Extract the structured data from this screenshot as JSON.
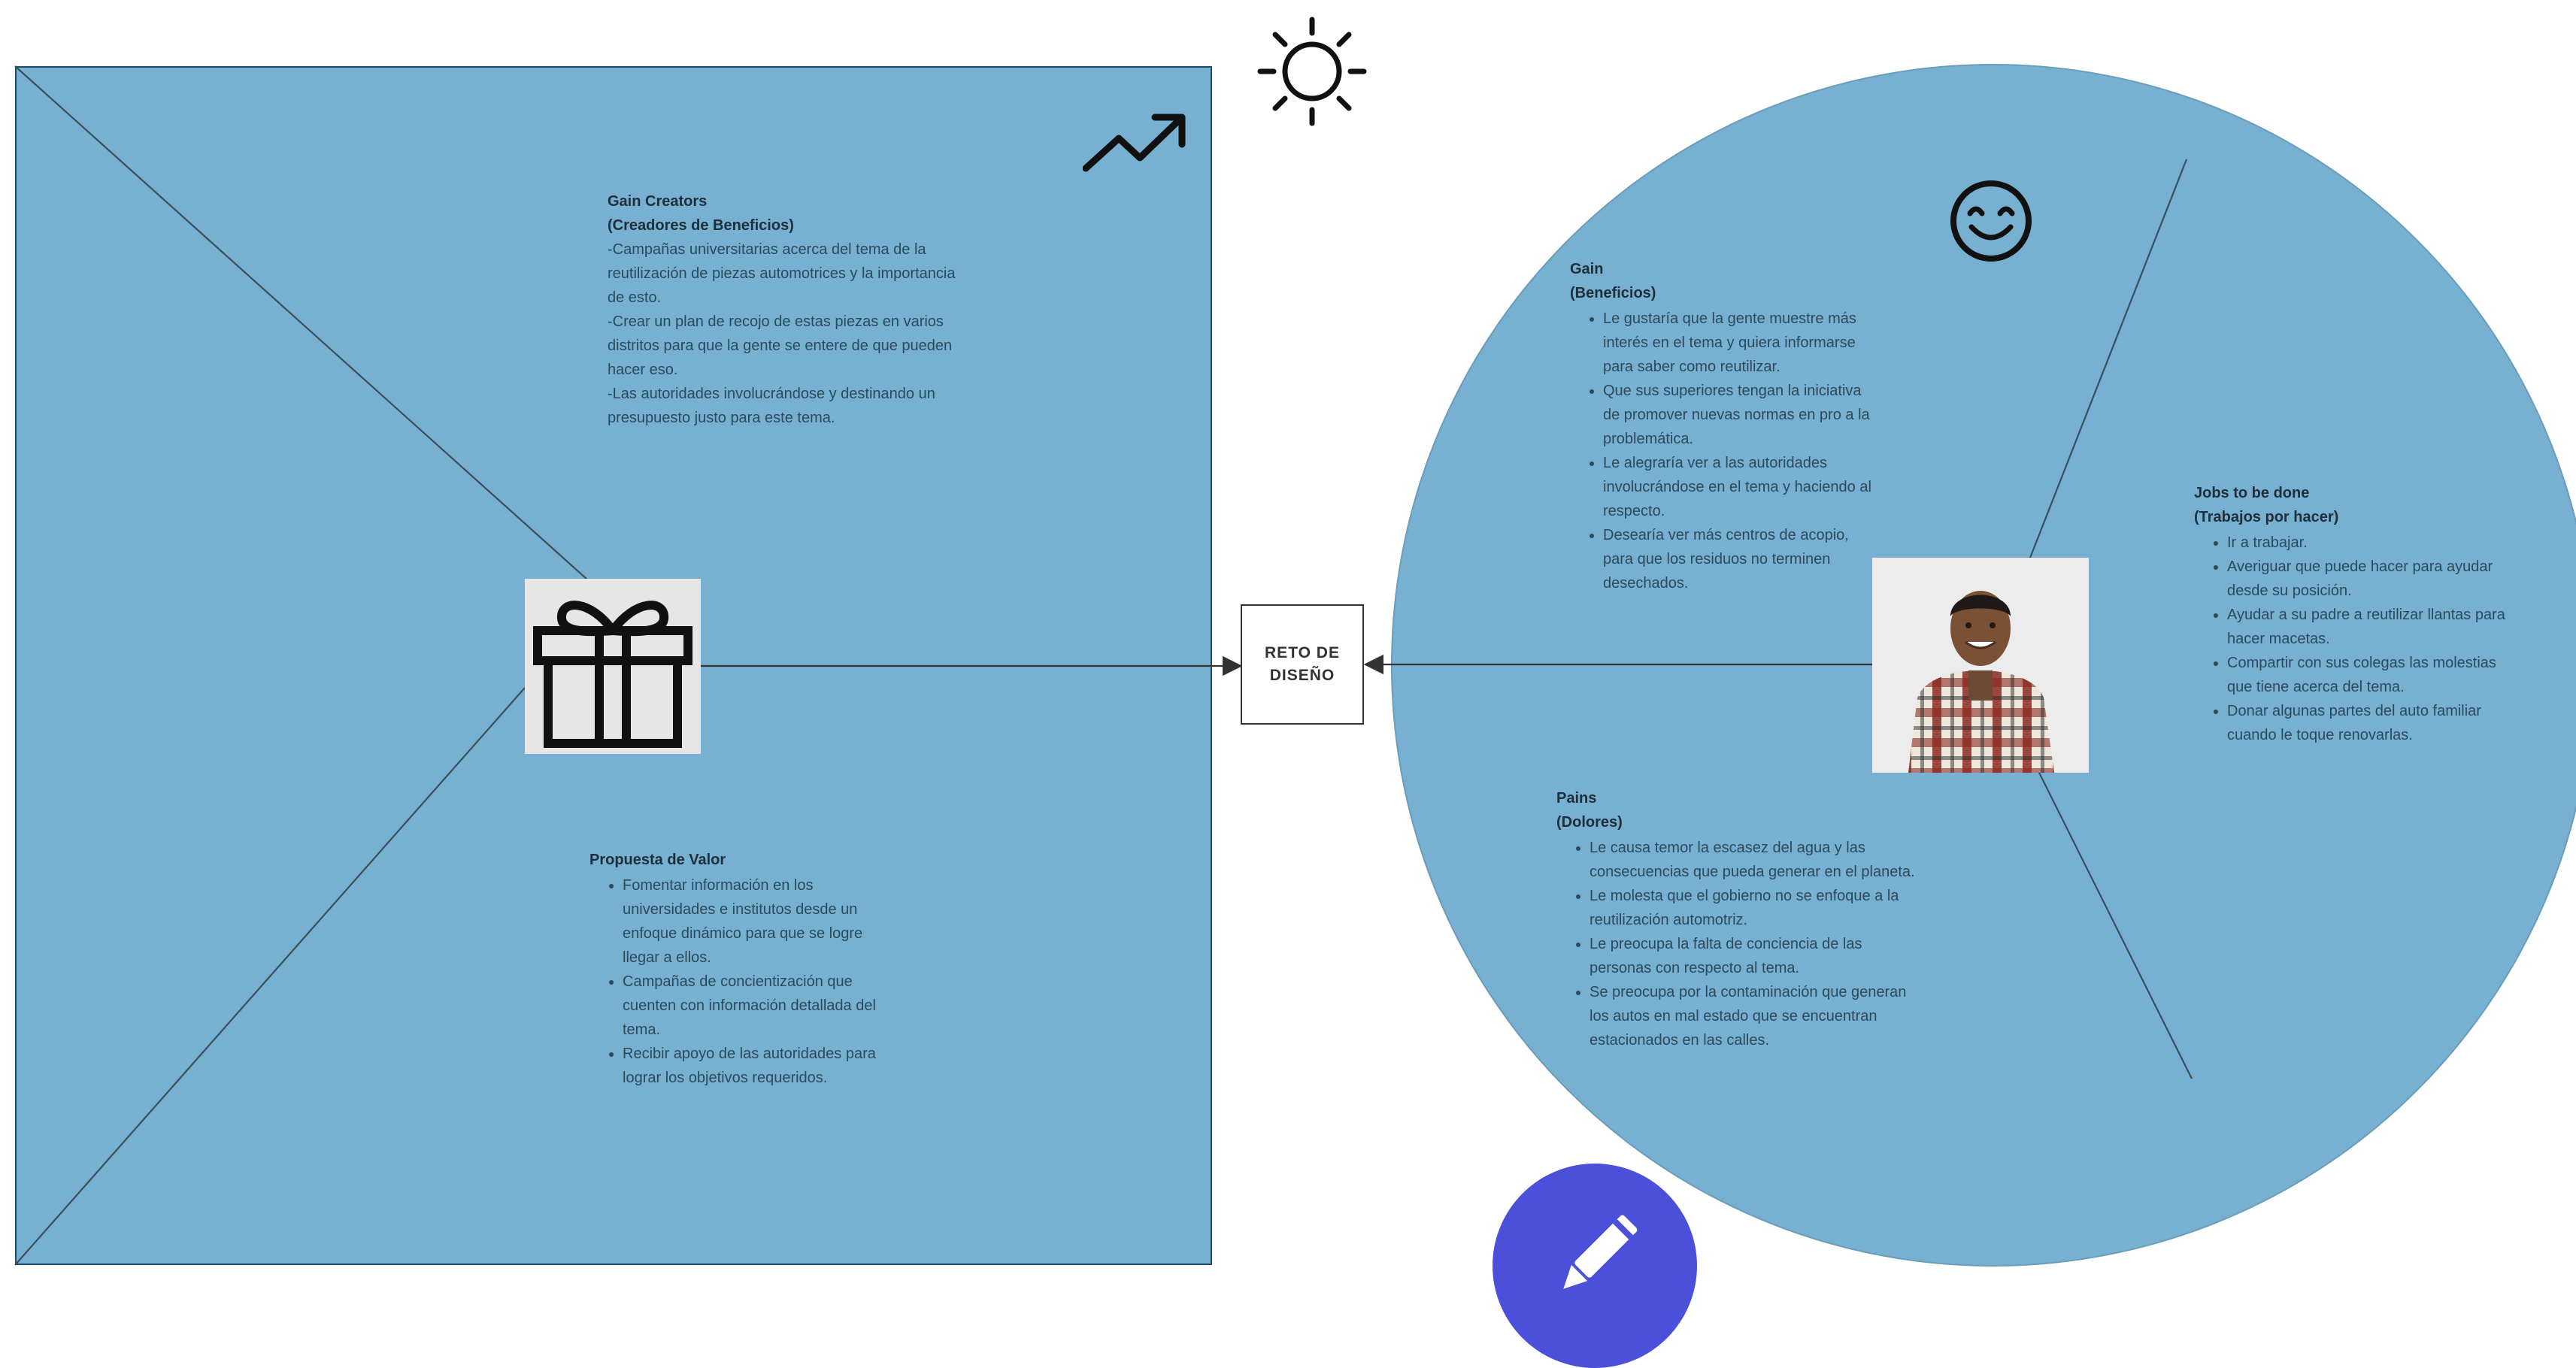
{
  "center_label": "RETO DE DISEÑO",
  "gain_creators": {
    "title_1": "Gain Creators",
    "title_2": "(Creadores de Beneficios)",
    "paragraphs": [
      "-Campañas universitarias acerca del tema de la reutilización de piezas automotrices y la importancia de esto.",
      "-Crear un plan de recojo de estas piezas en varios distritos para que la gente se entere de que pueden hacer eso.",
      "-Las autoridades involucrándose y destinando un presupuesto justo para este tema."
    ]
  },
  "value_proposition": {
    "title": "Propuesta de Valor",
    "items": [
      "Fomentar información en los universidades e institutos desde un enfoque dinámico para que se logre llegar a ellos.",
      "Campañas de concientización que cuenten con información detallada del tema.",
      "Recibir apoyo de las autoridades para lograr los objetivos requeridos."
    ]
  },
  "gains": {
    "title_1": "Gain",
    "title_2": "(Beneficios)",
    "items": [
      "Le gustaría que la gente muestre más interés en el tema y quiera informarse para saber como reutilizar.",
      "Que sus superiores tengan la iniciativa de promover nuevas normas en pro a la problemática.",
      "Le alegraría ver a las autoridades involucrándose en el tema y haciendo al respecto.",
      "Desearía ver más centros de acopio, para que los residuos no terminen desechados."
    ]
  },
  "pains": {
    "title_1": "Pains",
    "title_2": "(Dolores)",
    "items": [
      "Le causa temor la escasez del agua y las consecuencias que pueda generar en el planeta.",
      "Le molesta que el gobierno no se enfoque a la reutilización automotriz.",
      "Le preocupa la falta de conciencia de las personas con respecto al tema.",
      "Se preocupa por la contaminación que generan los autos en mal estado que se encuentran estacionados en las calles."
    ]
  },
  "jobs": {
    "title_1": "Jobs to be done",
    "title_2": "(Trabajos por hacer)",
    "items": [
      "Ir a trabajar.",
      "Averiguar que puede hacer para ayudar desde su posición.",
      "Ayudar a su padre a reutilizar llantas para hacer macetas.",
      "Compartir con sus colegas las molestias que tiene acerca del tema.",
      "Donar algunas partes del auto familiar cuando le toque renovarlas."
    ]
  },
  "icons": {
    "sun": "sun-icon",
    "trend": "trending-up-icon",
    "smile": "smiley-icon",
    "gift": "gift-icon",
    "photo": "customer-photo",
    "edit": "pencil-icon"
  },
  "colors": {
    "panel": "#77b0d0",
    "fab": "#4b4fd9"
  }
}
